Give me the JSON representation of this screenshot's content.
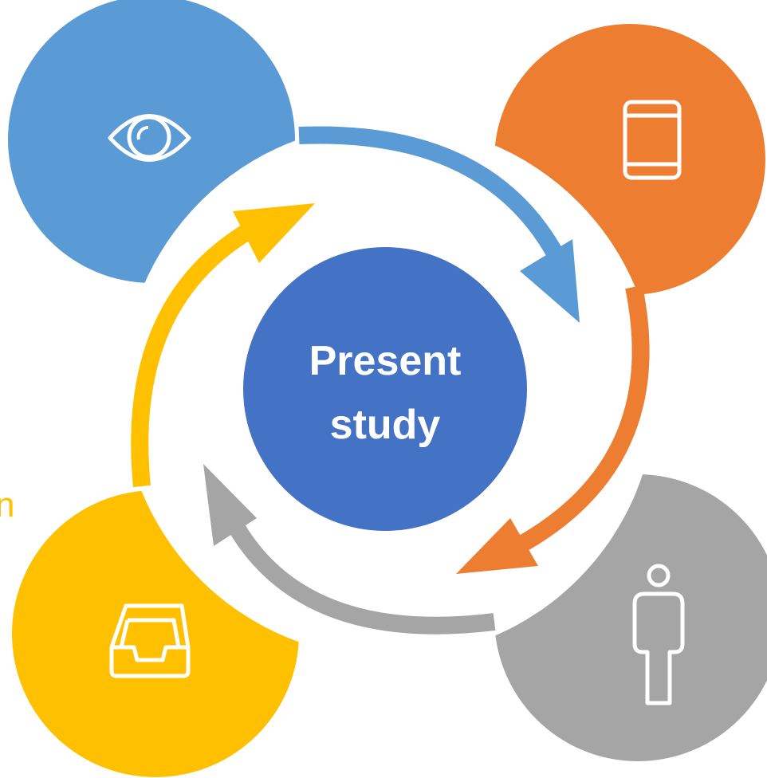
{
  "center": {
    "line1": "Present",
    "line2": "study"
  },
  "nodes": [
    {
      "name": "eye",
      "icon": "eye-icon",
      "color": "#5B9BD5"
    },
    {
      "name": "tablet",
      "icon": "tablet-icon",
      "color": "#ED7D31"
    },
    {
      "name": "person",
      "icon": "person-icon",
      "color": "#A5A5A5"
    },
    {
      "name": "inbox",
      "icon": "inbox-tray-icon",
      "color": "#FFC000"
    }
  ],
  "center_color": "#4472C4",
  "left_edge_text": "n"
}
